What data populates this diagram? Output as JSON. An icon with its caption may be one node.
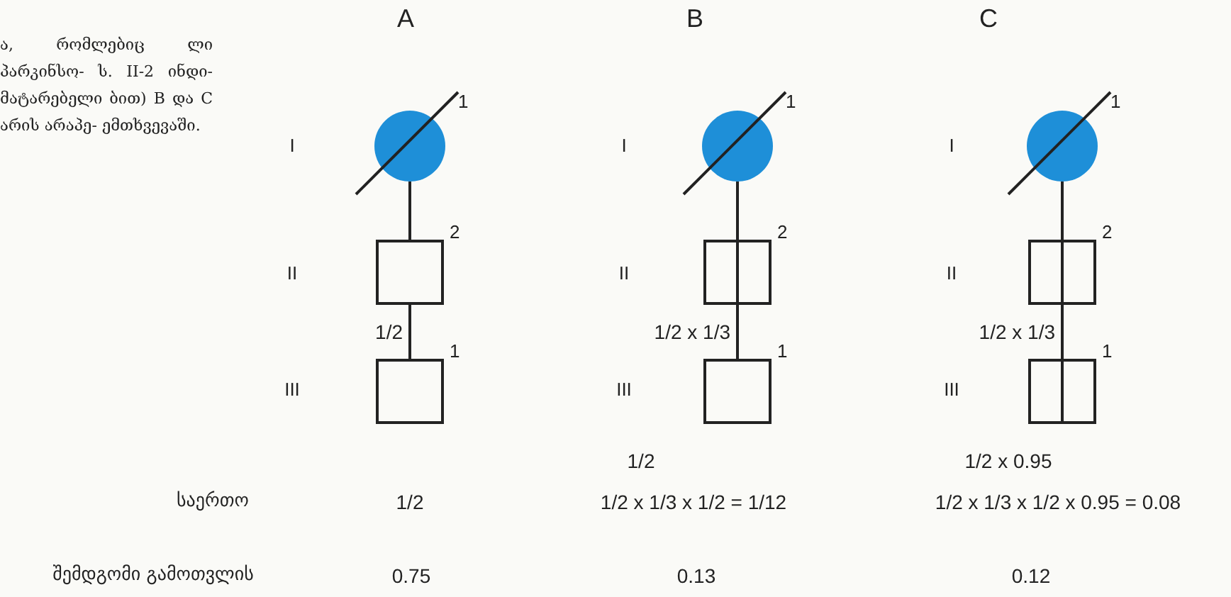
{
  "diagram": {
    "nodes": [
      {
        "text": [],
        "shape": "circle",
        "beside": [
          "1"
        ]
      },
      {
        "text": [],
        "shape": "box",
        "beside": [
          "2"
        ]
      },
      {
        "text": [],
        "shape": "box",
        "beside": [
          "1"
        ]
      },
      {
        "text": [],
        "shape": "circle",
        "beside": [
          "1"
        ]
      },
      {
        "text": [],
        "shape": "box",
        "beside": [
          "2"
        ]
      },
      {
        "text": [],
        "shape": "box",
        "beside": [
          "1"
        ]
      },
      {
        "text": [],
        "shape": "circle",
        "beside": [
          "1"
        ]
      },
      {
        "text": [],
        "shape": "box",
        "beside": [
          "2"
        ]
      },
      {
        "text": [],
        "shape": "box",
        "beside": [
          "1"
        ]
      }
    ],
    "edges": [
      {
        "from": 0,
        "to": 1,
        "arrow": "none"
      },
      {
        "from": 1,
        "to": 2,
        "arrow": "none",
        "label": "1/2"
      },
      {
        "from": 3,
        "to": 4,
        "arrow": "none"
      },
      {
        "from": 4,
        "to": 5,
        "arrow": "none",
        "label": "1/2 x 1/3"
      },
      {
        "from": 6,
        "to": 7,
        "arrow": "none"
      },
      {
        "from": 7,
        "to": 8,
        "arrow": "none",
        "label": "1/2 x 1/3"
      }
    ],
    "labels": [
      "ა, რომლებიც ლი პარკინსო- ს. II-2 ინდი- მატარებელი ბით) B და C არის არაპე- ემთხვევაში.",
      "A",
      "B",
      "C",
      "I",
      "I",
      "I",
      "II",
      "II",
      "II",
      "III",
      "III",
      "III",
      "1/2",
      "1/2 x 0.95",
      "საერთო",
      "1/2",
      "1/2 x 1/3 x 1/2 = 1/12",
      "1/2 x 1/3 x 1/2 x 0.95 = 0.08",
      "შემდგომი გამოთვლის",
      "0.75",
      "0.13",
      "0.12"
    ]
  }
}
